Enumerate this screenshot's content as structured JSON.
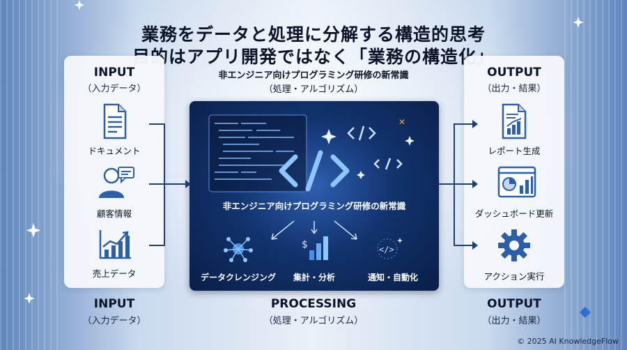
{
  "title": {
    "line1": "業務をデータと処理に分解する構造的思考",
    "line2": "目的はアプリ開発ではなく「業務の構造化」"
  },
  "input": {
    "en": "INPUT",
    "jp": "（入力データ）",
    "items": [
      {
        "label": "ドキュメント",
        "icon": "document-icon"
      },
      {
        "label": "顧客情報",
        "icon": "customer-icon"
      },
      {
        "label": "売上データ",
        "icon": "sales-chart-icon"
      }
    ]
  },
  "processing": {
    "top_line1": "非エンジニア向けプログラミング研修の新常識",
    "top_line2": "（処理・アルゴリズム）",
    "center_label": "非エンジニア向けプログラミング研修の新常識",
    "items": [
      {
        "label": "データクレンジング",
        "icon": "network-icon"
      },
      {
        "label": "集計・分析",
        "icon": "bar-analysis-icon"
      },
      {
        "label": "通知・自動化",
        "icon": "code-spark-icon"
      }
    ]
  },
  "output": {
    "en": "OUTPUT",
    "jp": "（出力・結果）",
    "items": [
      {
        "label": "レポート生成",
        "icon": "report-icon"
      },
      {
        "label": "ダッシュボード更新",
        "icon": "dashboard-icon"
      },
      {
        "label": "アクション実行",
        "icon": "gear-icon"
      }
    ]
  },
  "bottom": {
    "input_en": "INPUT",
    "input_jp": "（入力データ）",
    "processing_en": "PROCESSING",
    "processing_jp": "（処理・アルゴリズム）",
    "output_en": "OUTPUT",
    "output_jp": "（出力・結果）"
  },
  "colors": {
    "accent": "#1f4f96",
    "panel_dark": "#0a1e47",
    "icon_blue": "#2c5fa8"
  },
  "copyright": "© 2025 AI KnowledgeFlow"
}
